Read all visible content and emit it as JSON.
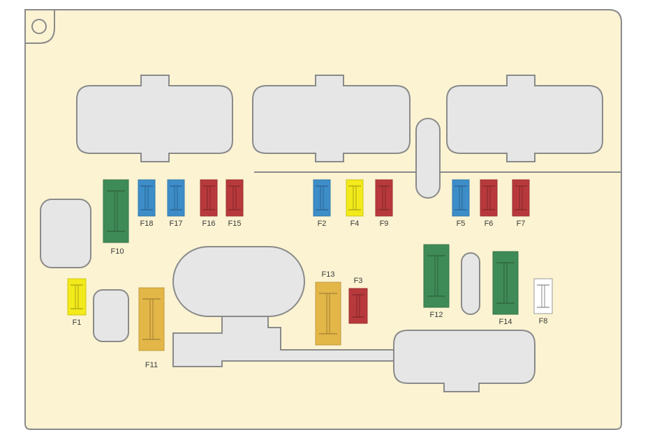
{
  "colors": {
    "board_fill": "#fbf3d2",
    "board_stroke": "#8a8a8a",
    "housing_fill": "#e6e6e6",
    "housing_stroke": "#8a8a8a",
    "label_text": "#3a3a3a"
  },
  "fuse_colors": {
    "blue": "#3d8dc9",
    "yellow": "#f2ea1a",
    "red": "#b8393c",
    "green": "#3f8b57",
    "amber": "#e3b648",
    "white": "#ffffff"
  },
  "fuses": [
    {
      "label": "F10",
      "color": "green"
    },
    {
      "label": "F18",
      "color": "blue"
    },
    {
      "label": "F17",
      "color": "blue"
    },
    {
      "label": "F16",
      "color": "red"
    },
    {
      "label": "F15",
      "color": "red"
    },
    {
      "label": "F2",
      "color": "blue"
    },
    {
      "label": "F4",
      "color": "yellow"
    },
    {
      "label": "F9",
      "color": "red"
    },
    {
      "label": "F5",
      "color": "blue"
    },
    {
      "label": "F6",
      "color": "red"
    },
    {
      "label": "F7",
      "color": "red"
    },
    {
      "label": "F1",
      "color": "yellow"
    },
    {
      "label": "F11",
      "color": "amber"
    },
    {
      "label": "F13",
      "color": "amber"
    },
    {
      "label": "F3",
      "color": "red"
    },
    {
      "label": "F12",
      "color": "green"
    },
    {
      "label": "F14",
      "color": "green"
    },
    {
      "label": "F8",
      "color": "white"
    }
  ]
}
